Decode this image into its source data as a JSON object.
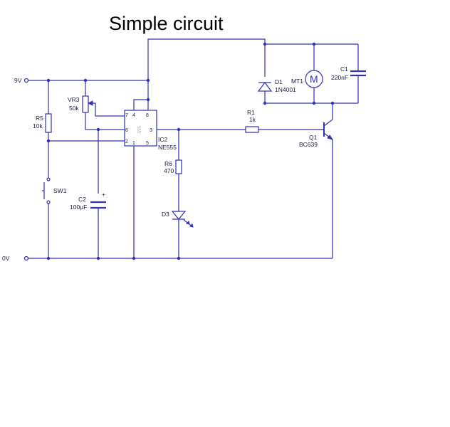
{
  "title": "Simple circuit",
  "rails": {
    "positive": "9V",
    "ground": "0V"
  },
  "components": {
    "r5": {
      "ref": "R5",
      "value": "10k"
    },
    "vr3": {
      "ref": "VR3",
      "value": "50k"
    },
    "sw1": {
      "ref": "SW1"
    },
    "c2": {
      "ref": "C2",
      "value": "100µF",
      "polarity": "+"
    },
    "ic2": {
      "ref": "IC2",
      "value": "NE555",
      "body_mark": "555",
      "pins": [
        "7",
        "4",
        "8",
        "6",
        "3",
        "2",
        "1",
        "5"
      ]
    },
    "r6": {
      "ref": "R6",
      "value": "470"
    },
    "d3": {
      "ref": "D3"
    },
    "r1": {
      "ref": "R1",
      "value": "1k"
    },
    "d1": {
      "ref": "D1",
      "value": "1N4001"
    },
    "mt1": {
      "ref": "MT1",
      "symbol": "M"
    },
    "c1": {
      "ref": "C1",
      "value": "220nF"
    },
    "q1": {
      "ref": "Q1",
      "value": "BC639"
    }
  },
  "colors": {
    "wire": "#3030b8",
    "text": "#1a1a40"
  }
}
